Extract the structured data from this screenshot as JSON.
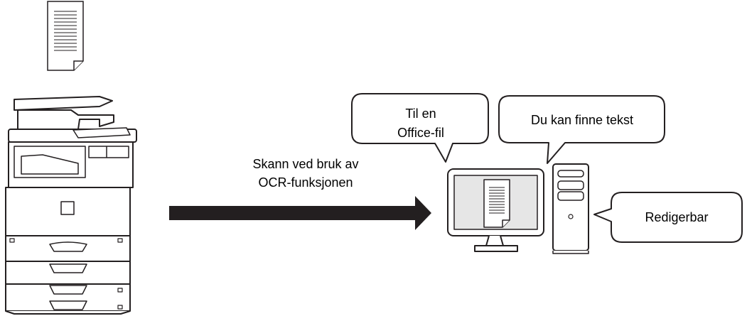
{
  "scan": {
    "line1": "Skann ved bruk av",
    "line2": "OCR-funksjonen"
  },
  "bubbles": {
    "office": {
      "line1": "Til en",
      "line2": "Office-fil"
    },
    "search": {
      "text": "Du kan finne tekst"
    },
    "edit": {
      "text": "Redigerbar"
    }
  },
  "icons": [
    "document-icon",
    "printer-icon",
    "arrow-right-icon",
    "monitor-icon",
    "computer-tower-icon"
  ],
  "colors": {
    "stroke": "#231f20",
    "screen": "#e6e6e6",
    "arrow": "#231f20"
  }
}
